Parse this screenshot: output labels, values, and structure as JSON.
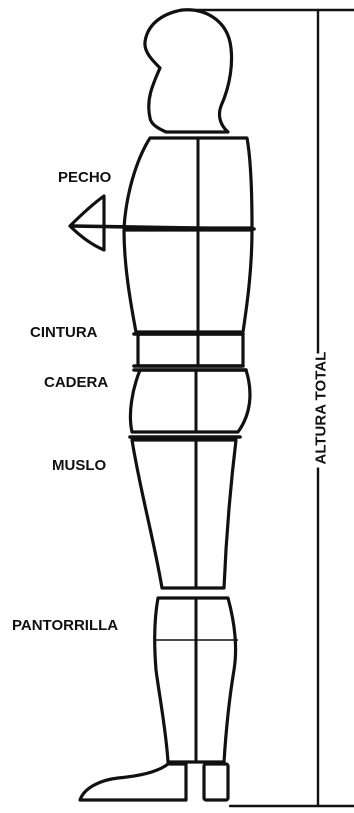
{
  "labels": {
    "chest": "PECHO",
    "waist": "CINTURA",
    "hip": "CADERA",
    "thigh": "MUSLO",
    "calf": "PANTORRILLA",
    "total_height": "ALTURA TOTAL"
  },
  "colors": {
    "line": "#111111",
    "background": "#ffffff"
  }
}
